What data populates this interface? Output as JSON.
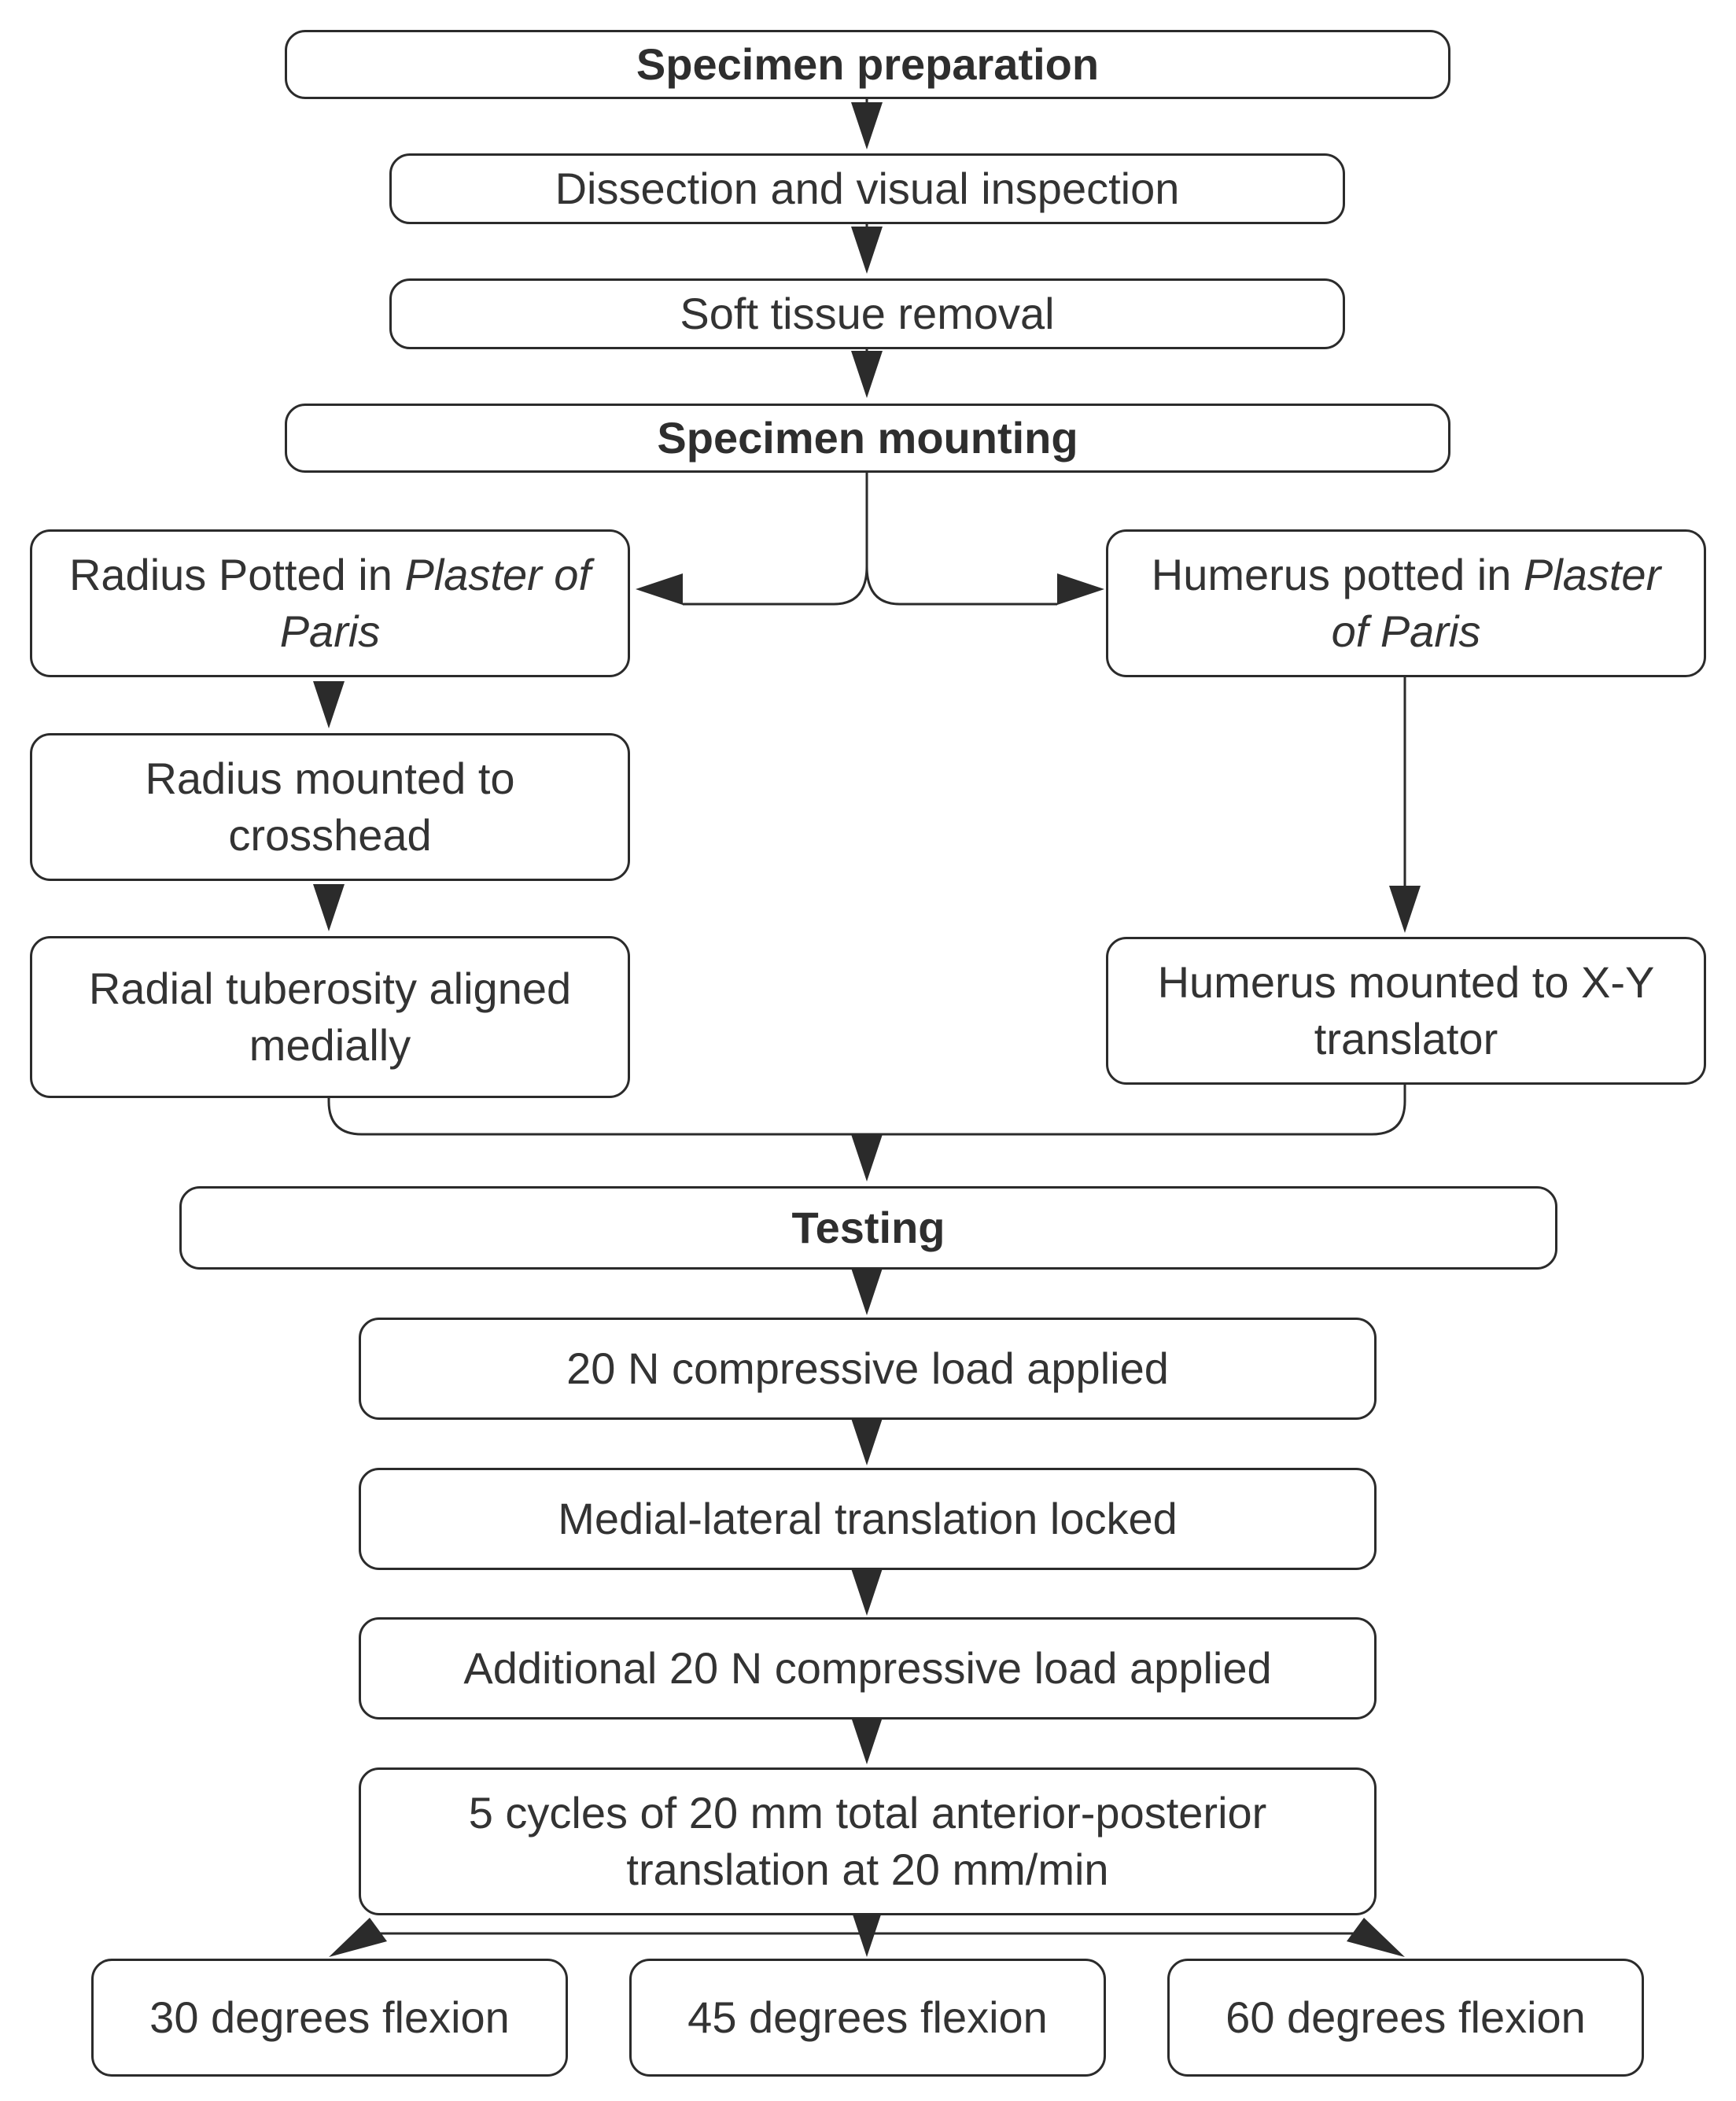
{
  "headers": {
    "preparation": "Specimen preparation",
    "mounting": "Specimen mounting",
    "testing": "Testing"
  },
  "preparation_steps": {
    "dissection": "Dissection and visual inspection",
    "soft_tissue": "Soft tissue removal"
  },
  "radius": {
    "potted": {
      "text": "Radius Potted in ",
      "italic_1": "Plaster of",
      "italic_2": "Paris"
    },
    "mounted": {
      "line1": "Radius mounted to",
      "line2": "crosshead"
    },
    "aligned": {
      "line1": "Radial tuberosity aligned",
      "line2": "medially"
    }
  },
  "humerus": {
    "potted": {
      "text": "Humerus potted in ",
      "italic_1": "Plaster",
      "italic_2": "of Paris"
    },
    "mounted": {
      "line1": "Humerus mounted to X-Y",
      "line2": "translator"
    }
  },
  "testing_steps": {
    "load": "20 N compressive load applied",
    "locked": "Medial-lateral translation locked",
    "additional_load": "Additional 20 N compressive load applied",
    "cycles": {
      "line1": "5 cycles of 20 mm total anterior-posterior",
      "line2": "translation at 20 mm/min"
    }
  },
  "flexion": {
    "f30": "30 degrees flexion",
    "f45": "45 degrees flexion",
    "f60": "60 degrees flexion"
  },
  "colors": {
    "stroke": "#2b2b2b",
    "text": "#333333",
    "background": "#ffffff"
  }
}
